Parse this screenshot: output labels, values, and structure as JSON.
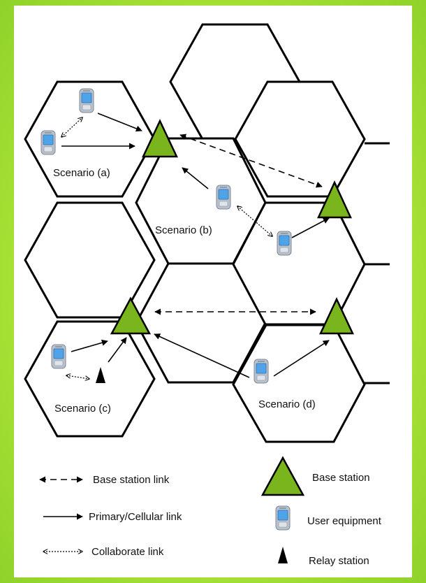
{
  "colors": {
    "frame_border": "#a9e637",
    "base_station_fill": "#7ab51d",
    "background": "#ffffff",
    "ue_body": "#b9c2cc",
    "ue_screen": "#4fa3e8"
  },
  "scenarios": {
    "a": "Scenario (a)",
    "b": "Scenario (b)",
    "c": "Scenario (c)",
    "d": "Scenario (d)"
  },
  "legend": {
    "base_station_link": "Base station link",
    "primary_link": "Primary/Cellular link",
    "collaborate_link": "Collaborate link",
    "base_station": "Base station",
    "user_equipment": "User equipment",
    "relay_station": "Relay station"
  },
  "icons": {
    "base_station": "green-triangle-icon",
    "user_equipment": "mobile-phone-icon",
    "relay_station": "black-wedge-icon"
  }
}
